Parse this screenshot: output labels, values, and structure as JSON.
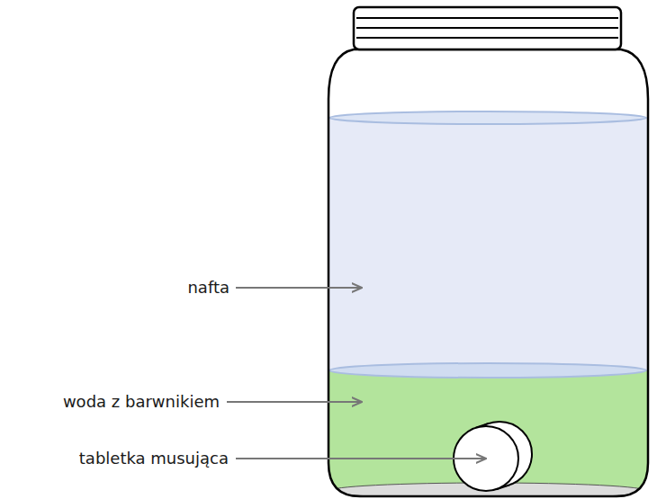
{
  "diagram": {
    "labels": [
      "nafta",
      "woda z barwnikiem",
      "tabletka musująca"
    ]
  }
}
